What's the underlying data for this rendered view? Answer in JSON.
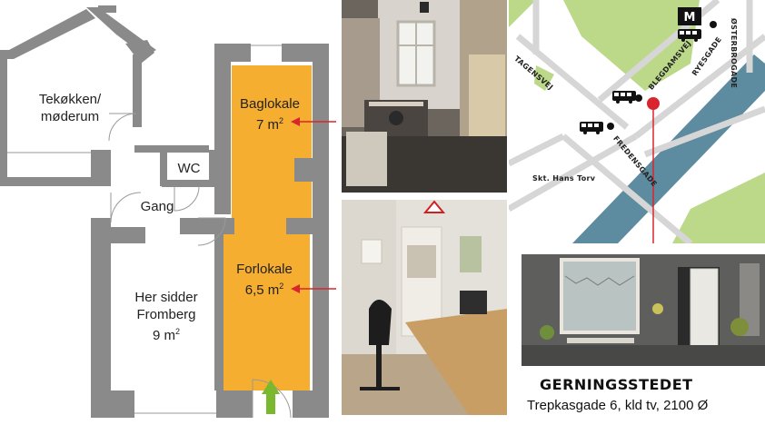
{
  "floorplan": {
    "rooms": {
      "tekokken": {
        "line1": "Tekøkken/",
        "line2": "møderum"
      },
      "wc": {
        "label": "WC"
      },
      "gang": {
        "label": "Gang"
      },
      "baglokale": {
        "line1": "Baglokale",
        "line2": "7 m",
        "unit_sup": "2"
      },
      "forlokale": {
        "line1": "Forlokale",
        "line2": "6,5 m",
        "unit_sup": "2"
      },
      "fromberg": {
        "line1": "Her sidder",
        "line2": "Fromberg",
        "line3": "9 m",
        "unit_sup": "2"
      }
    },
    "colors": {
      "highlight": "#f5ae2f",
      "wall": "#8a8a8a",
      "marker": "#d9262e",
      "arrow": "#7ab830"
    }
  },
  "map": {
    "streets": {
      "tagensvej": "TAGENSVEJ",
      "blegdamsvej": "BLEGDAMSVEJ",
      "ryesgade": "RYESGADE",
      "osterbrogade": "ØSTERBROGADE",
      "fredensgade": "FREDENSGADE",
      "skt_hans_torv": "Skt. Hans Torv"
    },
    "metro_icon": "metro-icon",
    "bus_icon": "bus-icon",
    "colors": {
      "park": "#bcd98a",
      "water": "#5d8ba0",
      "road": "#d9d9d9"
    }
  },
  "caption": {
    "title": "GERNINGSSTEDET",
    "address": "Trepkasgade 6, kld tv, 2100 Ø"
  }
}
